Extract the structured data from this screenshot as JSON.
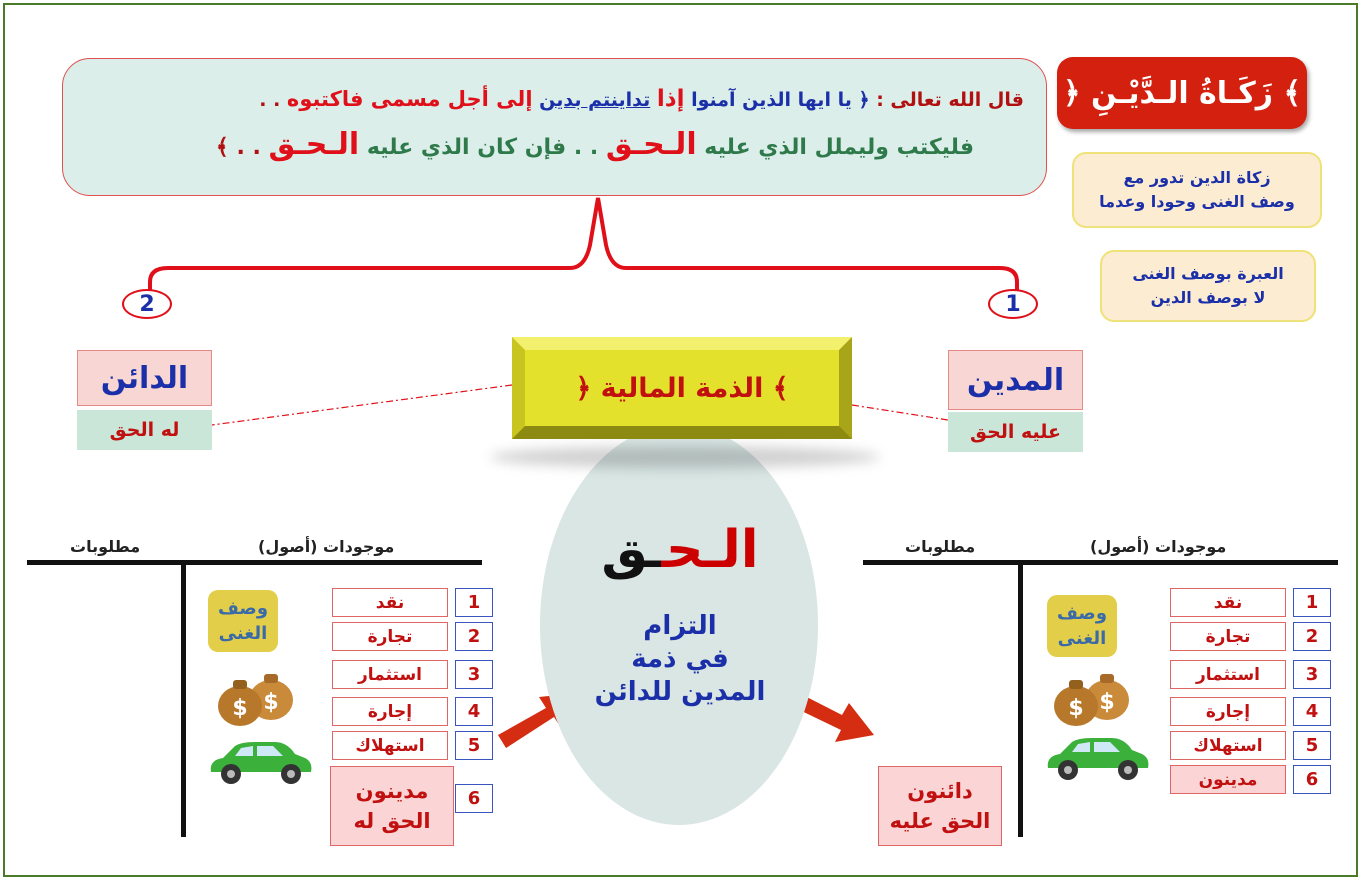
{
  "title": "﴿ زَكَـاةُ الـدَّيْـنِ ﴾",
  "verse": {
    "intro": "قال الله تعالى :",
    "p1": "﴿ يا ايها الذين آمنوا",
    "p2": "إذا",
    "p3": "تداينتم بدين",
    "p4": "إلى أجل مسمى فاكتبوه",
    "p5": ". .",
    "l2a": "فليكتب وليملل الذي",
    "l2b": "عليه",
    "l2c": "الـحـق",
    "l2d": ". . فإن كان الذي",
    "l2e": "عليه",
    "l2f": "الـحـق",
    "l2g": ". . ﴾"
  },
  "notes": {
    "n1_line1": "زكاة الدين تدور مع",
    "n1_line2": "وصف الغنى وحودا وعدما",
    "n2_line1": "العبرة بوصف الغنى",
    "n2_line2": "لا بوصف الدين"
  },
  "branches": {
    "left_num": "2",
    "right_num": "1"
  },
  "center": {
    "box_label": "﴿ الذمة المالية ﴾",
    "haq_title": "الـحـق",
    "iltizam_line1": "التزام",
    "iltizam_line2": "في ذمة",
    "iltizam_line3": "المدين للدائن"
  },
  "creditor": {
    "title": "الدائن",
    "sub": "له الحق"
  },
  "debtor": {
    "title": "المدين",
    "sub": "عليه الحق"
  },
  "left_ledger": {
    "assets_label": "موجودات (أصول)",
    "liabilities_label": "مطلوبات",
    "wasf_line1": "وصف",
    "wasf_line2": "الغنى",
    "items": [
      {
        "num": "1",
        "label": "نقد"
      },
      {
        "num": "2",
        "label": "تجارة"
      },
      {
        "num": "3",
        "label": "استثمار"
      },
      {
        "num": "4",
        "label": "إجارة"
      },
      {
        "num": "5",
        "label": "استهلاك"
      }
    ],
    "item6_num": "6",
    "item6_line1": "مدينون",
    "item6_line2": "الحق له"
  },
  "right_ledger": {
    "assets_label": "موجودات (أصول)",
    "liabilities_label": "مطلوبات",
    "wasf_line1": "وصف",
    "wasf_line2": "الغنى",
    "items": [
      {
        "num": "1",
        "label": "نقد"
      },
      {
        "num": "2",
        "label": "تجارة"
      },
      {
        "num": "3",
        "label": "استثمار"
      },
      {
        "num": "4",
        "label": "إجارة"
      },
      {
        "num": "5",
        "label": "استهلاك"
      },
      {
        "num": "6",
        "label": "مدينون"
      }
    ],
    "creditors_line1": "دائنون",
    "creditors_line2": "الحق عليه"
  },
  "colors": {
    "red": "#e0101a",
    "blue": "#1b2fa8",
    "gold": "#e3e12c",
    "title_bg": "#d4200e",
    "ellipse": "#d9e6e4"
  }
}
